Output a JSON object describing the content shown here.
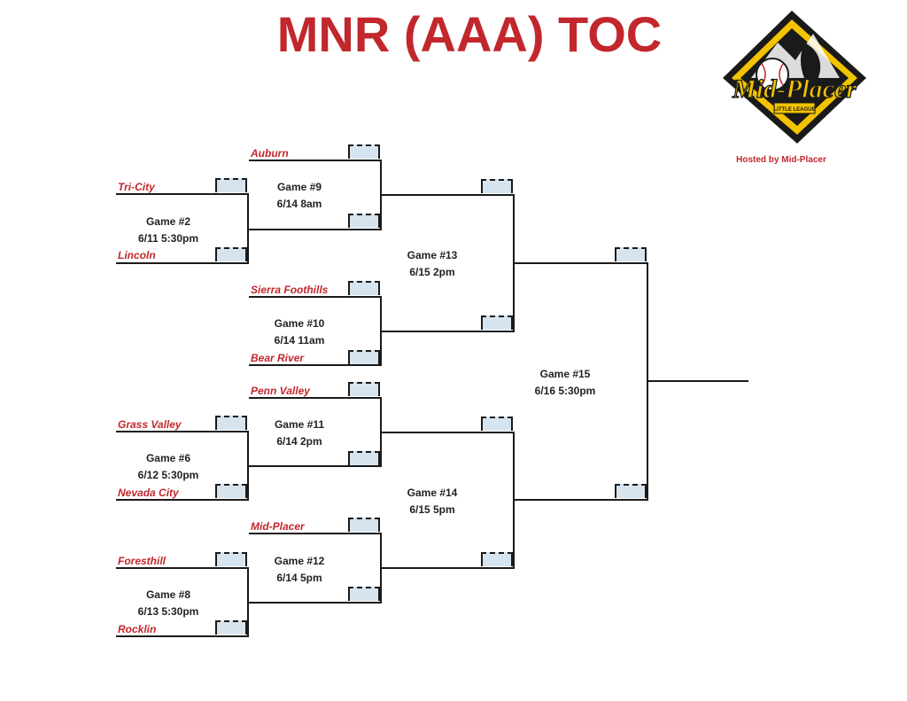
{
  "title": "MNR (AAA) TOC",
  "hosted_by": "Hosted by Mid-Placer",
  "logo": {
    "name": "Mid-Placer",
    "sub": "LITTLE LEAGUE"
  },
  "teams": {
    "auburn": "Auburn",
    "tri_city": "Tri-City",
    "lincoln": "Lincoln",
    "sierra_foothills": "Sierra Foothills",
    "bear_river": "Bear River",
    "penn_valley": "Penn Valley",
    "grass_valley": "Grass Valley",
    "nevada_city": "Nevada City",
    "mid_placer": "Mid-Placer",
    "foresthill": "Foresthill",
    "rocklin": "Rocklin"
  },
  "games": {
    "g2": {
      "name": "Game #2",
      "time": "6/11 5:30pm"
    },
    "g6": {
      "name": "Game #6",
      "time": "6/12 5:30pm"
    },
    "g8": {
      "name": "Game #8",
      "time": "6/13 5:30pm"
    },
    "g9": {
      "name": "Game #9",
      "time": "6/14  8am"
    },
    "g10": {
      "name": "Game #10",
      "time": "6/14  11am"
    },
    "g11": {
      "name": "Game #11",
      "time": "6/14 2pm"
    },
    "g12": {
      "name": "Game #12",
      "time": "6/14 5pm"
    },
    "g13": {
      "name": "Game #13",
      "time": "6/15 2pm"
    },
    "g14": {
      "name": "Game #14",
      "time": "6/15 5pm"
    },
    "g15": {
      "name": "Game #15",
      "time": "6/16 5:30pm"
    }
  },
  "colors": {
    "accent": "#c1272d",
    "score_box": "#d6e4ef",
    "line": "#1a1a1a"
  }
}
